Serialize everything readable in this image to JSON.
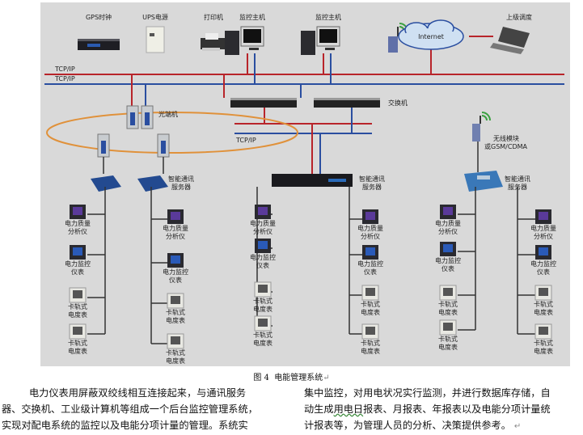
{
  "diagram": {
    "colors": {
      "bus_red": "#b8242a",
      "bus_blue": "#2a4ea0",
      "ring": "#e0913a",
      "background": "#d9d9d9"
    },
    "top_devices": [
      {
        "id": "gps",
        "label": "GPS时钟"
      },
      {
        "id": "ups",
        "label": "UPS电源"
      },
      {
        "id": "printer",
        "label": "打印机"
      },
      {
        "id": "host1",
        "label": "监控主机"
      },
      {
        "id": "host2",
        "label": "监控主机"
      },
      {
        "id": "wireless-gw",
        "label": ""
      },
      {
        "id": "internet",
        "label": "Internet"
      },
      {
        "id": "upper",
        "label": "上级调度"
      }
    ],
    "bus_labels": [
      "TCP/IP",
      "TCP/IP"
    ],
    "fiber_label": "光端机",
    "switch_label": "交换机",
    "mid_bus_label": "TCP/IP",
    "wireless_label_1": "无线模块",
    "wireless_label_2": "或GSM/CDMA",
    "server_label_1": "智能通讯",
    "server_label_2": "服务器",
    "meters": {
      "pq_1": "电力质量",
      "pq_2": "分析仪",
      "mon_1": "电力监控",
      "mon_2": "仪表",
      "rail_1": "卡轨式",
      "rail_2": "电度表"
    }
  },
  "caption": {
    "figure_no": "图 4",
    "title": "电能管理系统"
  },
  "text": {
    "left_lines": [
      "电力仪表用屏蔽双绞线相互连接起来，与通讯服务",
      "器、交换机、工业级计算机等组成一个后台监控管理系统，",
      "实现对配电系统的监控以及电能分项计量的管理。系统实"
    ],
    "right_lines": [
      "集中监控，对用电状况实行监测，并进行数据库存储，自",
      "动生成用电日报表、月报表、年报表以及电能分项计量统",
      "计报表等，为管理人员的分析、决策提供参考。"
    ],
    "right_line2_pre": "动生成",
    "right_line2_squiggle": "用电日",
    "right_line2_post": "报表、月报表、年报表以及电能分项计量统",
    "para_mark": "↵"
  }
}
